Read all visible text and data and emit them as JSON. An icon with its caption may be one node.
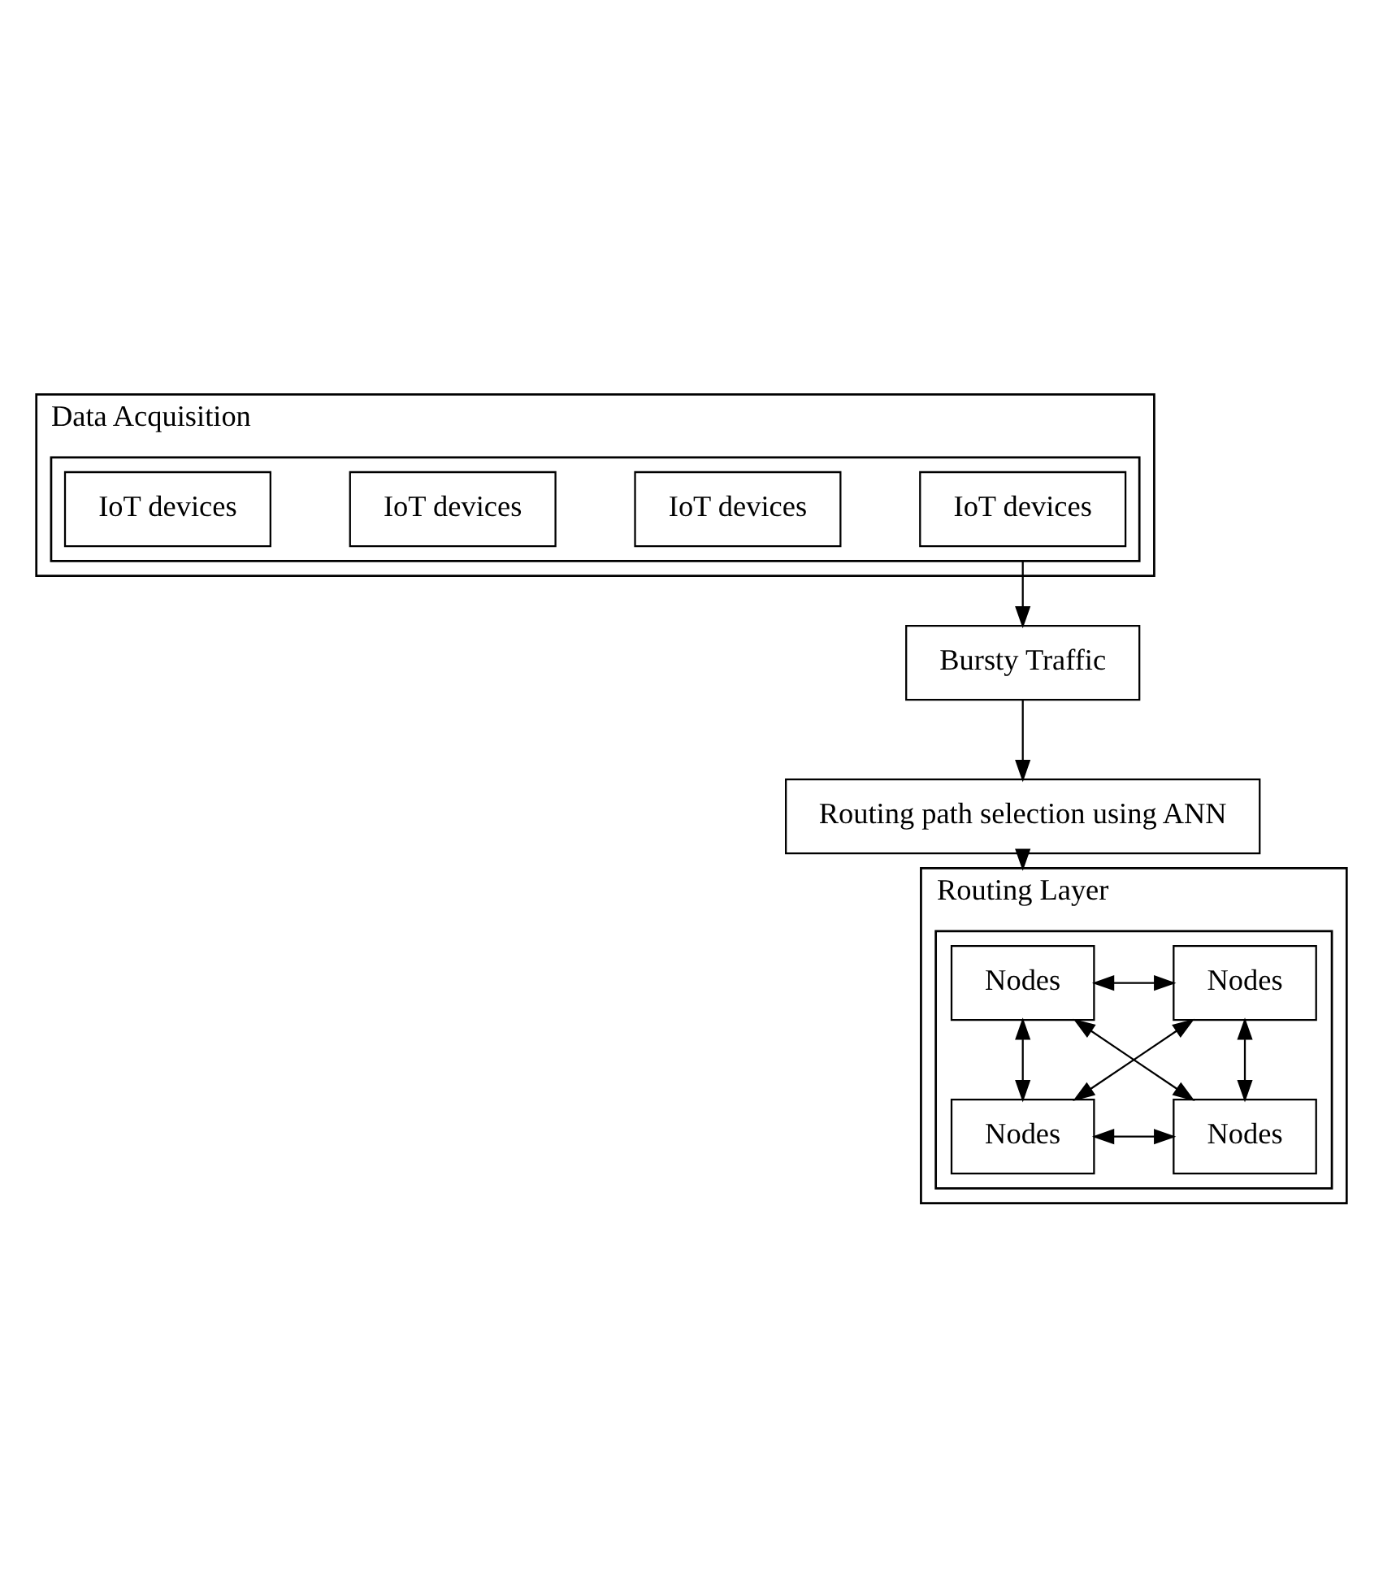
{
  "diagram": {
    "nodes": [
      {
        "text": [
          "Data Acquisition"
        ]
      },
      {
        "text": [],
        "shape": "box",
        "in": 0
      },
      {
        "text": [
          "IoT devices"
        ],
        "in": 1
      },
      {
        "text": [
          "IoT devices"
        ],
        "in": 1
      },
      {
        "text": [
          "IoT devices"
        ],
        "in": 1
      },
      {
        "text": [
          "IoT devices"
        ],
        "in": 1
      },
      {
        "text": [
          "Bursty Traffic"
        ]
      },
      {
        "text": [
          "Routing path selection using ANN"
        ]
      },
      {
        "text": [
          "Routing Layer"
        ]
      },
      {
        "text": [],
        "shape": "box",
        "in": 8
      },
      {
        "text": [
          "Nodes"
        ],
        "in": 9
      },
      {
        "text": [
          "Nodes"
        ],
        "in": 9
      },
      {
        "text": [
          "Nodes"
        ],
        "in": 9
      },
      {
        "text": [
          "Nodes"
        ],
        "in": 9
      }
    ],
    "edges": [
      {
        "from": 1,
        "to": 6,
        "arrow": "to"
      },
      {
        "from": 6,
        "to": 7,
        "arrow": "to"
      },
      {
        "from": 7,
        "to": 8,
        "arrow": "to"
      },
      {
        "from": 10,
        "to": 11,
        "arrow": "both"
      },
      {
        "from": 10,
        "to": 12,
        "arrow": "both"
      },
      {
        "from": 11,
        "to": 13,
        "arrow": "both"
      },
      {
        "from": 12,
        "to": 13,
        "arrow": "both"
      },
      {
        "from": 10,
        "to": 13,
        "arrow": "both"
      },
      {
        "from": 11,
        "to": 12,
        "arrow": "both"
      }
    ]
  }
}
